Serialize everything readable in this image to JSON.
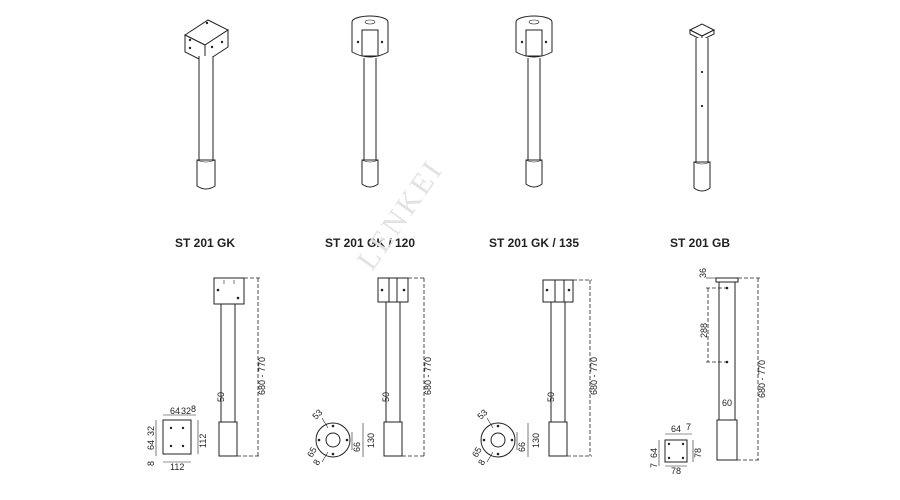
{
  "watermark": "LENKEI",
  "products": [
    {
      "code": "ST 201 GK"
    },
    {
      "code": "ST 201 GK / 120"
    },
    {
      "code": "ST 201 GK / 135"
    },
    {
      "code": "ST 201 GB"
    }
  ],
  "dimensions": {
    "height_range": "680 - 770",
    "gk": {
      "tube_diameter": "50",
      "plate_top": "64",
      "plate_top_small": "32",
      "plate_top_right": "8",
      "plate_left": "64",
      "plate_left_small": "32",
      "plate_left_bottom": "8",
      "plate_right": "112",
      "plate_bottom": "112"
    },
    "gk_round": {
      "tube_diameter": "50",
      "bracket": "53",
      "hole_small": "66",
      "flange_height": "130",
      "angle_a": "8",
      "angle_b": "65"
    },
    "gb": {
      "tube_diameter": "60",
      "top_offset": "36",
      "hole_spacing": "288",
      "plate_top": "64",
      "plate_top_right": "7",
      "plate_left": "64",
      "plate_left_small": "7",
      "plate_right": "78",
      "plate_bottom": "78"
    }
  }
}
